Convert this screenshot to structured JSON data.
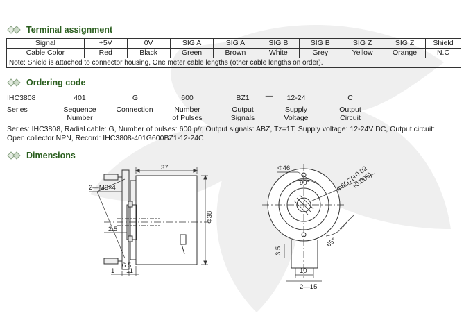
{
  "sections": {
    "terminal": "Terminal assignment",
    "ordering": "Ordering code",
    "dimensions": "Dimensions"
  },
  "terminal_table": {
    "rows": [
      [
        "Signal",
        "+5V",
        "0V",
        "SIG A",
        "SIG A",
        "SIG B",
        "SIG B",
        "SIG Z",
        "SIG Z",
        "Shield"
      ],
      [
        "Cable Color",
        "Red",
        "Black",
        "Green",
        "Brown",
        "White",
        "Grey",
        "Yellow",
        "Orange",
        "N.C"
      ]
    ],
    "note": "Note: Shield is attached to connector housing, One meter cable lengths (other cable lengths on order)."
  },
  "ordering": {
    "codes": [
      "IHC3808",
      "401",
      "G",
      "600",
      "BZ1",
      "12-24",
      "C"
    ],
    "dash1": "—",
    "dash2": "—",
    "labels": [
      [
        "Series",
        ""
      ],
      [
        "Sequence",
        "Number"
      ],
      [
        "Connection",
        ""
      ],
      [
        "Number",
        "of Pulses"
      ],
      [
        "Output",
        "Signals"
      ],
      [
        "Supply",
        "Voltage"
      ],
      [
        "Output",
        "Circuit"
      ]
    ],
    "description_line1": "Series: IHC3808, Radial cable: G, Number of pulses: 600 p/r, Output signals: ABZ, Tz=1T, Supply voltage:  12-24V DC, Output circuit:",
    "description_line2": "Open collector NPN, Record: IHC3808-401G600BZ1-12-24C"
  },
  "dimensions": {
    "side": {
      "length": "37",
      "screws": "2—M3×4",
      "diameter": "Φ38",
      "d_2_5": "2.5",
      "d_6_5": "6.5",
      "d_1": "1",
      "d_11": "11"
    },
    "front": {
      "diameter": "Φ46",
      "angle": "90°",
      "bore": "Φ8G7(+0.02",
      "bore_tol": "+0.005)",
      "angle2": "65°",
      "d_3_5": "3.5",
      "d_10": "10",
      "d_2_15": "2—15"
    }
  },
  "colors": {
    "accent": "#2a5e1e",
    "watermark": "#ececec"
  }
}
